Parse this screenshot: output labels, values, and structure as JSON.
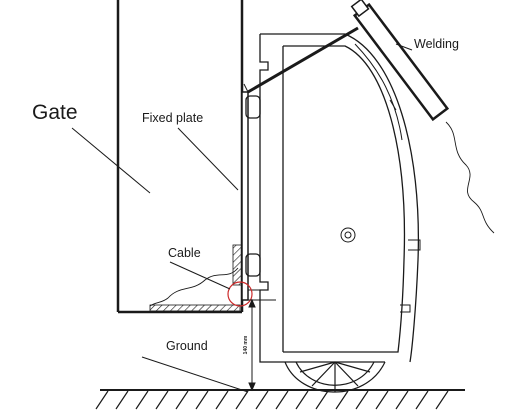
{
  "labels": {
    "gate": "Gate",
    "fixed_plate": "Fixed plate",
    "welding": "Welding",
    "cable": "Cable",
    "ground": "Ground",
    "clearance": "140 mm"
  },
  "colors": {
    "line": "#1a1a1a",
    "highlight_circle": "#cc2a2a",
    "background": "#ffffff"
  }
}
